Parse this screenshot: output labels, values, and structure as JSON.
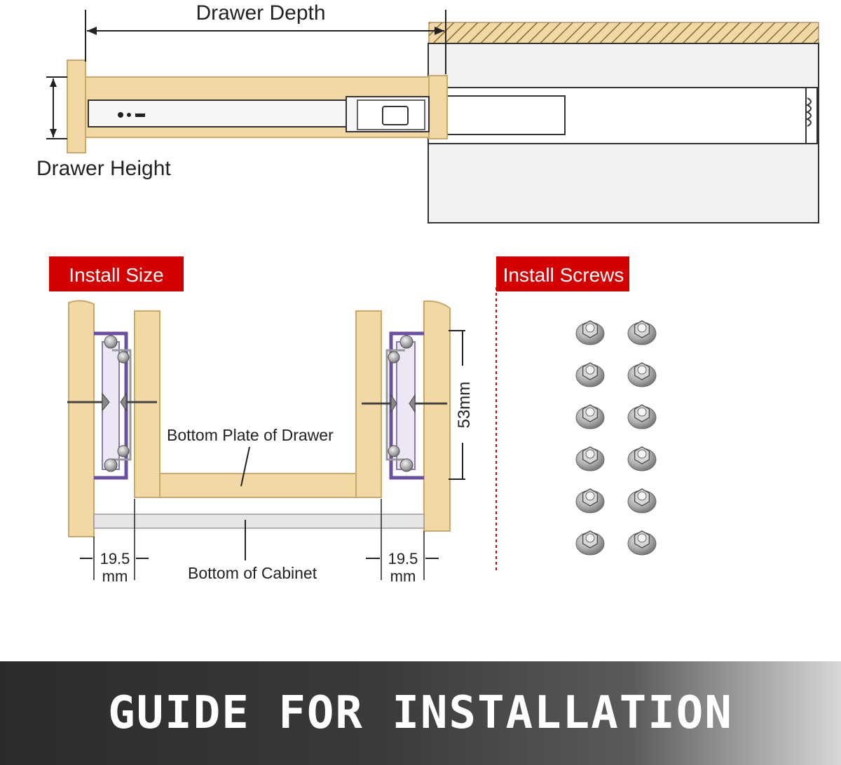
{
  "top_diagram": {
    "drawer_depth_label": "Drawer Depth",
    "drawer_height_label": "Drawer Height"
  },
  "install_size": {
    "tag_label": "Install Size",
    "bottom_plate_label": "Bottom Plate of Drawer",
    "bottom_cabinet_label": "Bottom of Cabinet",
    "height_dim_label": "53mm",
    "gap_left_value": "19.5",
    "gap_left_unit": "mm",
    "gap_right_value": "19.5",
    "gap_right_unit": "mm"
  },
  "install_screws": {
    "tag_label": "Install Screws",
    "screw_count": 12
  },
  "banner": {
    "title": "GUIDE FOR INSTALLATION"
  },
  "colors": {
    "wood": "#f2d8a4",
    "wood_edge": "#c9a86a",
    "tag_red": "#d40000",
    "rail_purple": "#6a4fa3",
    "banner_dark": "#2b2b2b"
  }
}
